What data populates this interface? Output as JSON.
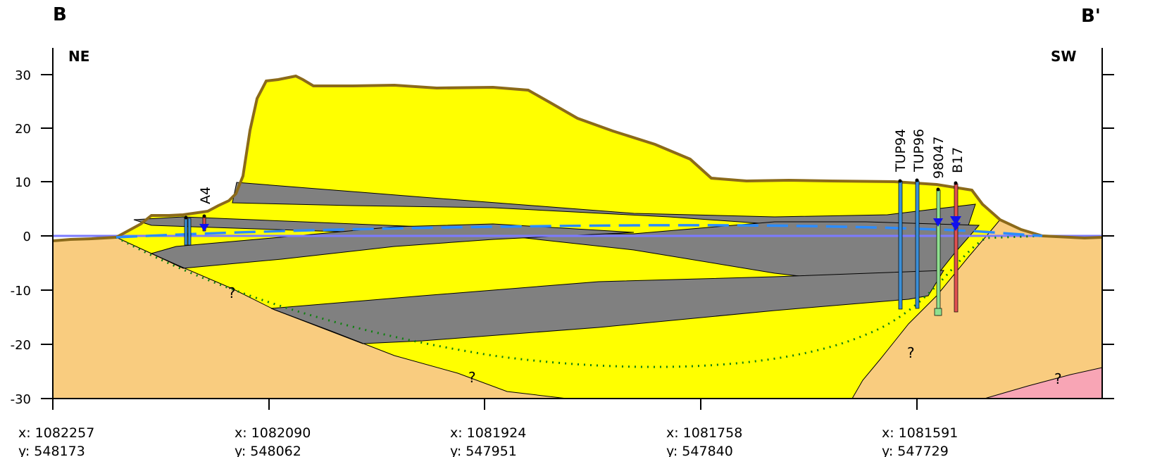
{
  "section": {
    "start_label": "B",
    "end_label": "B'",
    "left_direction": "NE",
    "right_direction": "SW"
  },
  "y_axis": {
    "ticks": [
      30,
      20,
      10,
      0,
      -10,
      -20,
      -30
    ],
    "tick_labels": [
      "30",
      "20",
      "10",
      "0",
      "-10",
      "-20",
      "-30"
    ]
  },
  "x_stations": [
    {
      "x": "x: 1082257",
      "y": "y: 548173"
    },
    {
      "x": "x: 1082090",
      "y": "y: 548062"
    },
    {
      "x": "x: 1081924",
      "y": "y: 547951"
    },
    {
      "x": "x: 1081758",
      "y": "y: 547840"
    },
    {
      "x": "x: 1081591",
      "y": "y: 547729"
    }
  ],
  "wells": [
    {
      "name": "A4",
      "color": "#e05050"
    },
    {
      "name": "TUP94",
      "color": "#3a8fd8"
    },
    {
      "name": "TUP96",
      "color": "#3a8fd8"
    },
    {
      "name": "98047",
      "color": "#8fe08f"
    },
    {
      "name": "B17",
      "color": "#e05050"
    }
  ],
  "uncertainty_marks": [
    "?",
    "?",
    "?",
    "?"
  ],
  "colors": {
    "surface_fill": "#ffff00",
    "surface_outline": "#8b6a1a",
    "sand_layer": "#f9cc7f",
    "clay_layer": "#808080",
    "pink_unit": "#f8a5b5",
    "water_table": "#2b8cff",
    "contact_dotted": "#108010",
    "sea_level_line": "#7b7bff",
    "water_marker": "#1010ee"
  }
}
